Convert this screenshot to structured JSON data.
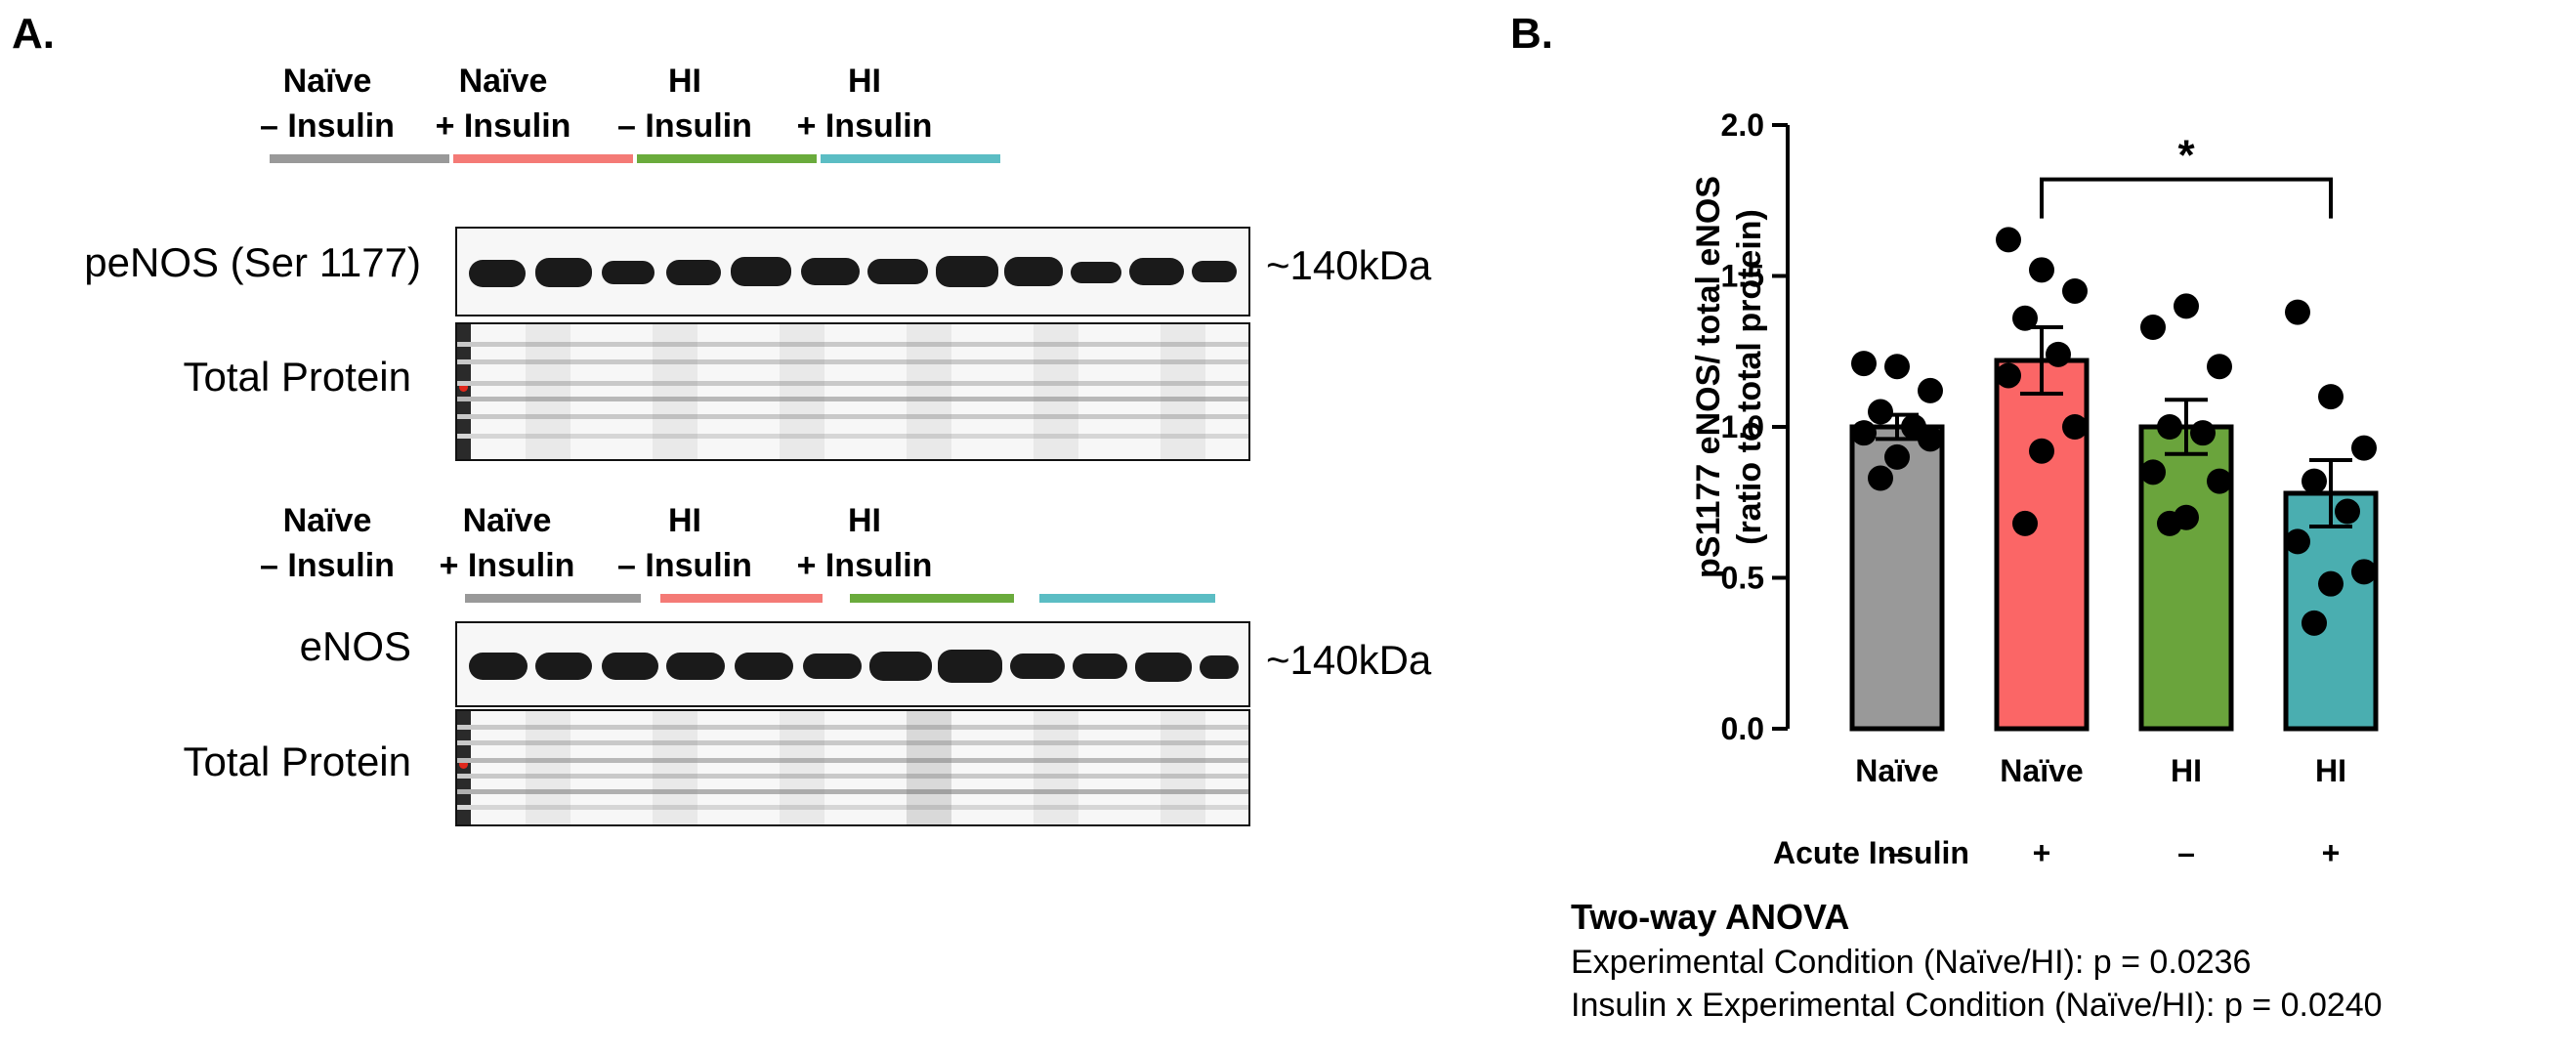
{
  "panel_a": {
    "label": "A.",
    "groups_top": [
      {
        "line1": "Naïve",
        "line2": "– Insulin",
        "color": "#999999"
      },
      {
        "line1": "Naïve",
        "line2": "+ Insulin",
        "color": "#f47a76"
      },
      {
        "line1": "HI",
        "line2": "– Insulin",
        "color": "#6aab3c"
      },
      {
        "line1": "HI",
        "line2": "+ Insulin",
        "color": "#5bbdc4"
      }
    ],
    "groups_bottom": [
      {
        "line1": "Naïve",
        "line2": "– Insulin",
        "color": "#999999"
      },
      {
        "line1": "Naïve",
        "line2": "+ Insulin",
        "color": "#f47a76"
      },
      {
        "line1": "HI",
        "line2": "– Insulin",
        "color": "#6aab3c"
      },
      {
        "line1": "HI",
        "line2": "+ Insulin",
        "color": "#5bbdc4"
      }
    ],
    "rows": {
      "peNOS": "peNOS (Ser 1177)",
      "total_protein_1": "Total Protein",
      "eNOS": "eNOS",
      "total_protein_2": "Total Protein"
    },
    "kda_top": "~140kDa",
    "kda_bottom": "~140kDa"
  },
  "panel_b": {
    "label": "B."
  },
  "chart_data": {
    "type": "bar",
    "categories": [
      "Naïve",
      "Naïve",
      "HI",
      "HI"
    ],
    "values": [
      1.0,
      1.22,
      1.0,
      0.78
    ],
    "sem": [
      0.04,
      0.11,
      0.09,
      0.11
    ],
    "colors": [
      "#999999",
      "#fb6666",
      "#6aa43c",
      "#4aaeb0"
    ],
    "points": [
      [
        1.21,
        1.2,
        1.12,
        1.05,
        1.0,
        0.98,
        0.96,
        0.9,
        0.83
      ],
      [
        1.62,
        1.52,
        1.45,
        1.36,
        1.24,
        1.17,
        1.0,
        0.92,
        0.68
      ],
      [
        1.33,
        1.4,
        1.2,
        1.0,
        0.98,
        0.85,
        0.82,
        0.7,
        0.68
      ],
      [
        1.38,
        1.1,
        0.93,
        0.82,
        0.72,
        0.62,
        0.52,
        0.48,
        0.35
      ]
    ],
    "ylabel": "pS1177 eNOS/ total eNOS (ratio to total protein)",
    "ylabel_line1": "pS1177 eNOS/ total eNOS",
    "ylabel_line2": "(ratio to total protein)",
    "ylim": [
      0,
      2.0
    ],
    "yticks": [
      "0.0",
      "0.5",
      "1.0",
      "1.5",
      "2.0"
    ],
    "row_label": "Acute Insulin",
    "row_values": [
      "–",
      "+",
      "–",
      "+"
    ],
    "significance": {
      "from": 1,
      "to": 3,
      "symbol": "*",
      "y": 1.82
    },
    "stats_title": "Two-way ANOVA",
    "stats_lines": [
      "Experimental Condition (Naïve/HI): p = 0.0236",
      "Insulin x Experimental Condition (Naïve/HI): p = 0.0240"
    ]
  }
}
